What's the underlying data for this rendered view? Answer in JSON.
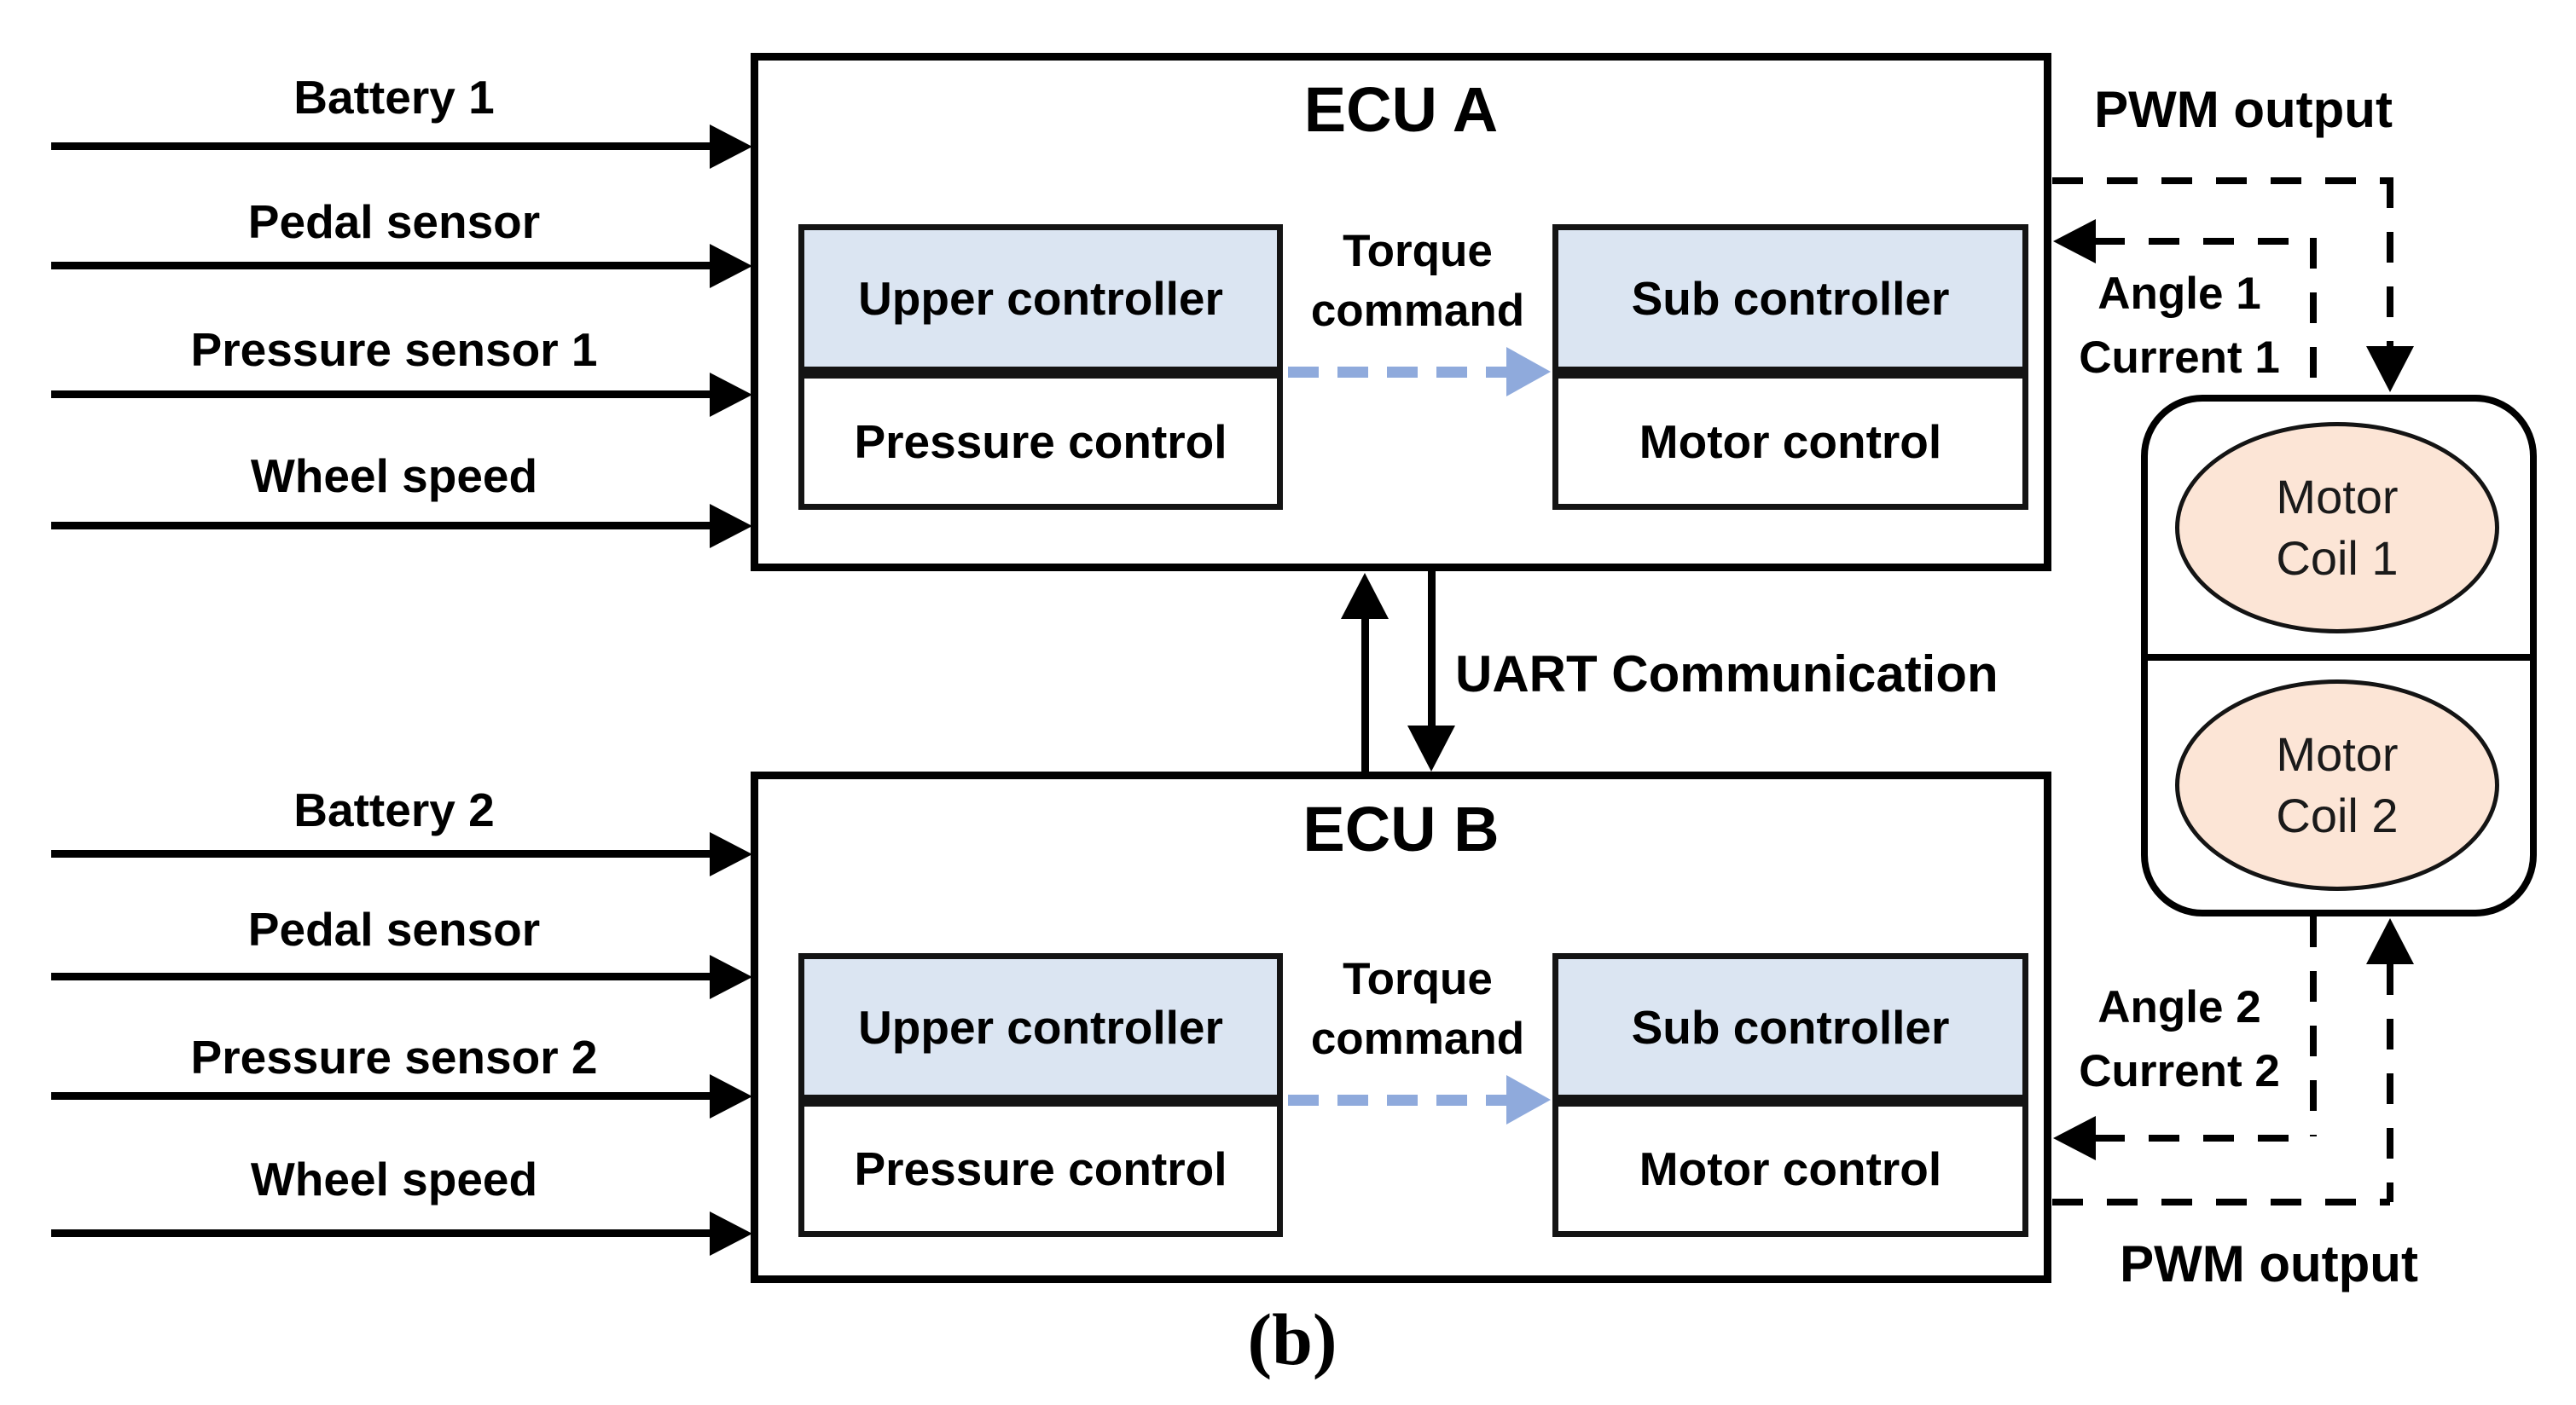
{
  "colors": {
    "controller_fill_blue": "#dbe5f2",
    "motor_coil_fill": "#fce5d6",
    "torque_arrow_blue": "#8faadc",
    "line_black": "#000000"
  },
  "inputs_a": [
    "Battery 1",
    "Pedal sensor",
    "Pressure sensor 1",
    "Wheel speed"
  ],
  "inputs_b": [
    "Battery 2",
    "Pedal sensor",
    "Pressure sensor 2",
    "Wheel speed"
  ],
  "ecu_a": {
    "title": "ECU A",
    "upper_controller": "Upper controller",
    "pressure_control": "Pressure control",
    "sub_controller": "Sub controller",
    "motor_control": "Motor control",
    "torque_line1": "Torque",
    "torque_line2": "command"
  },
  "ecu_b": {
    "title": "ECU B",
    "upper_controller": "Upper controller",
    "pressure_control": "Pressure control",
    "sub_controller": "Sub controller",
    "motor_control": "Motor control",
    "torque_line1": "Torque",
    "torque_line2": "command"
  },
  "uart": {
    "label": "UART Communication"
  },
  "signals": {
    "pwm_top": "PWM output",
    "angle1": "Angle 1",
    "current1": "Current 1",
    "angle2": "Angle 2",
    "current2": "Current 2",
    "pwm_bottom": "PWM output"
  },
  "motor_unit": {
    "coil1_line1": "Motor",
    "coil1_line2": "Coil 1",
    "coil2_line1": "Motor",
    "coil2_line2": "Coil 2"
  },
  "caption": "(b)"
}
